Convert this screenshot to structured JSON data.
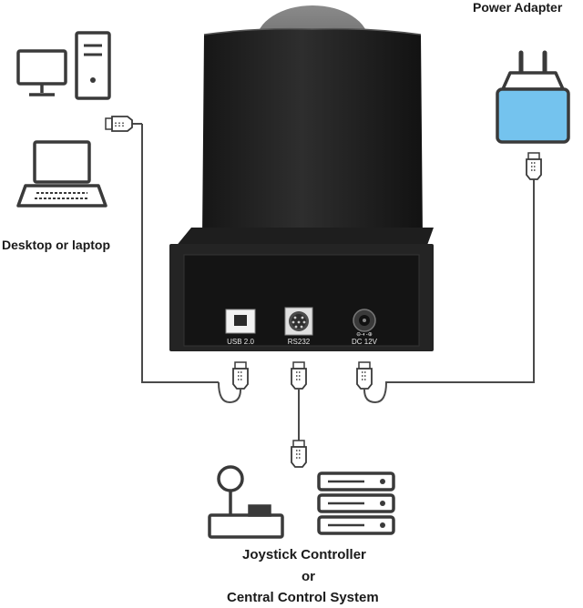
{
  "labels": {
    "power_adapter": "Power Adapter",
    "computer": "Desktop or laptop",
    "controller_line1": "Joystick Controller",
    "controller_line2": "or",
    "controller_line3": "Central Control System"
  },
  "ports": {
    "usb": "USB 2.0",
    "rs232": "RS232",
    "dc": "DC 12V"
  },
  "colors": {
    "camera_body": "#262626",
    "outline": "#3a3a3a",
    "adapter_fill": "#74c3ee",
    "cable": "#4a4a4a"
  },
  "icons": [
    "desktop-monitor-icon",
    "tower-pc-icon",
    "laptop-icon",
    "power-adapter-icon",
    "joystick-icon",
    "server-rack-icon",
    "usb-plug-icon"
  ]
}
